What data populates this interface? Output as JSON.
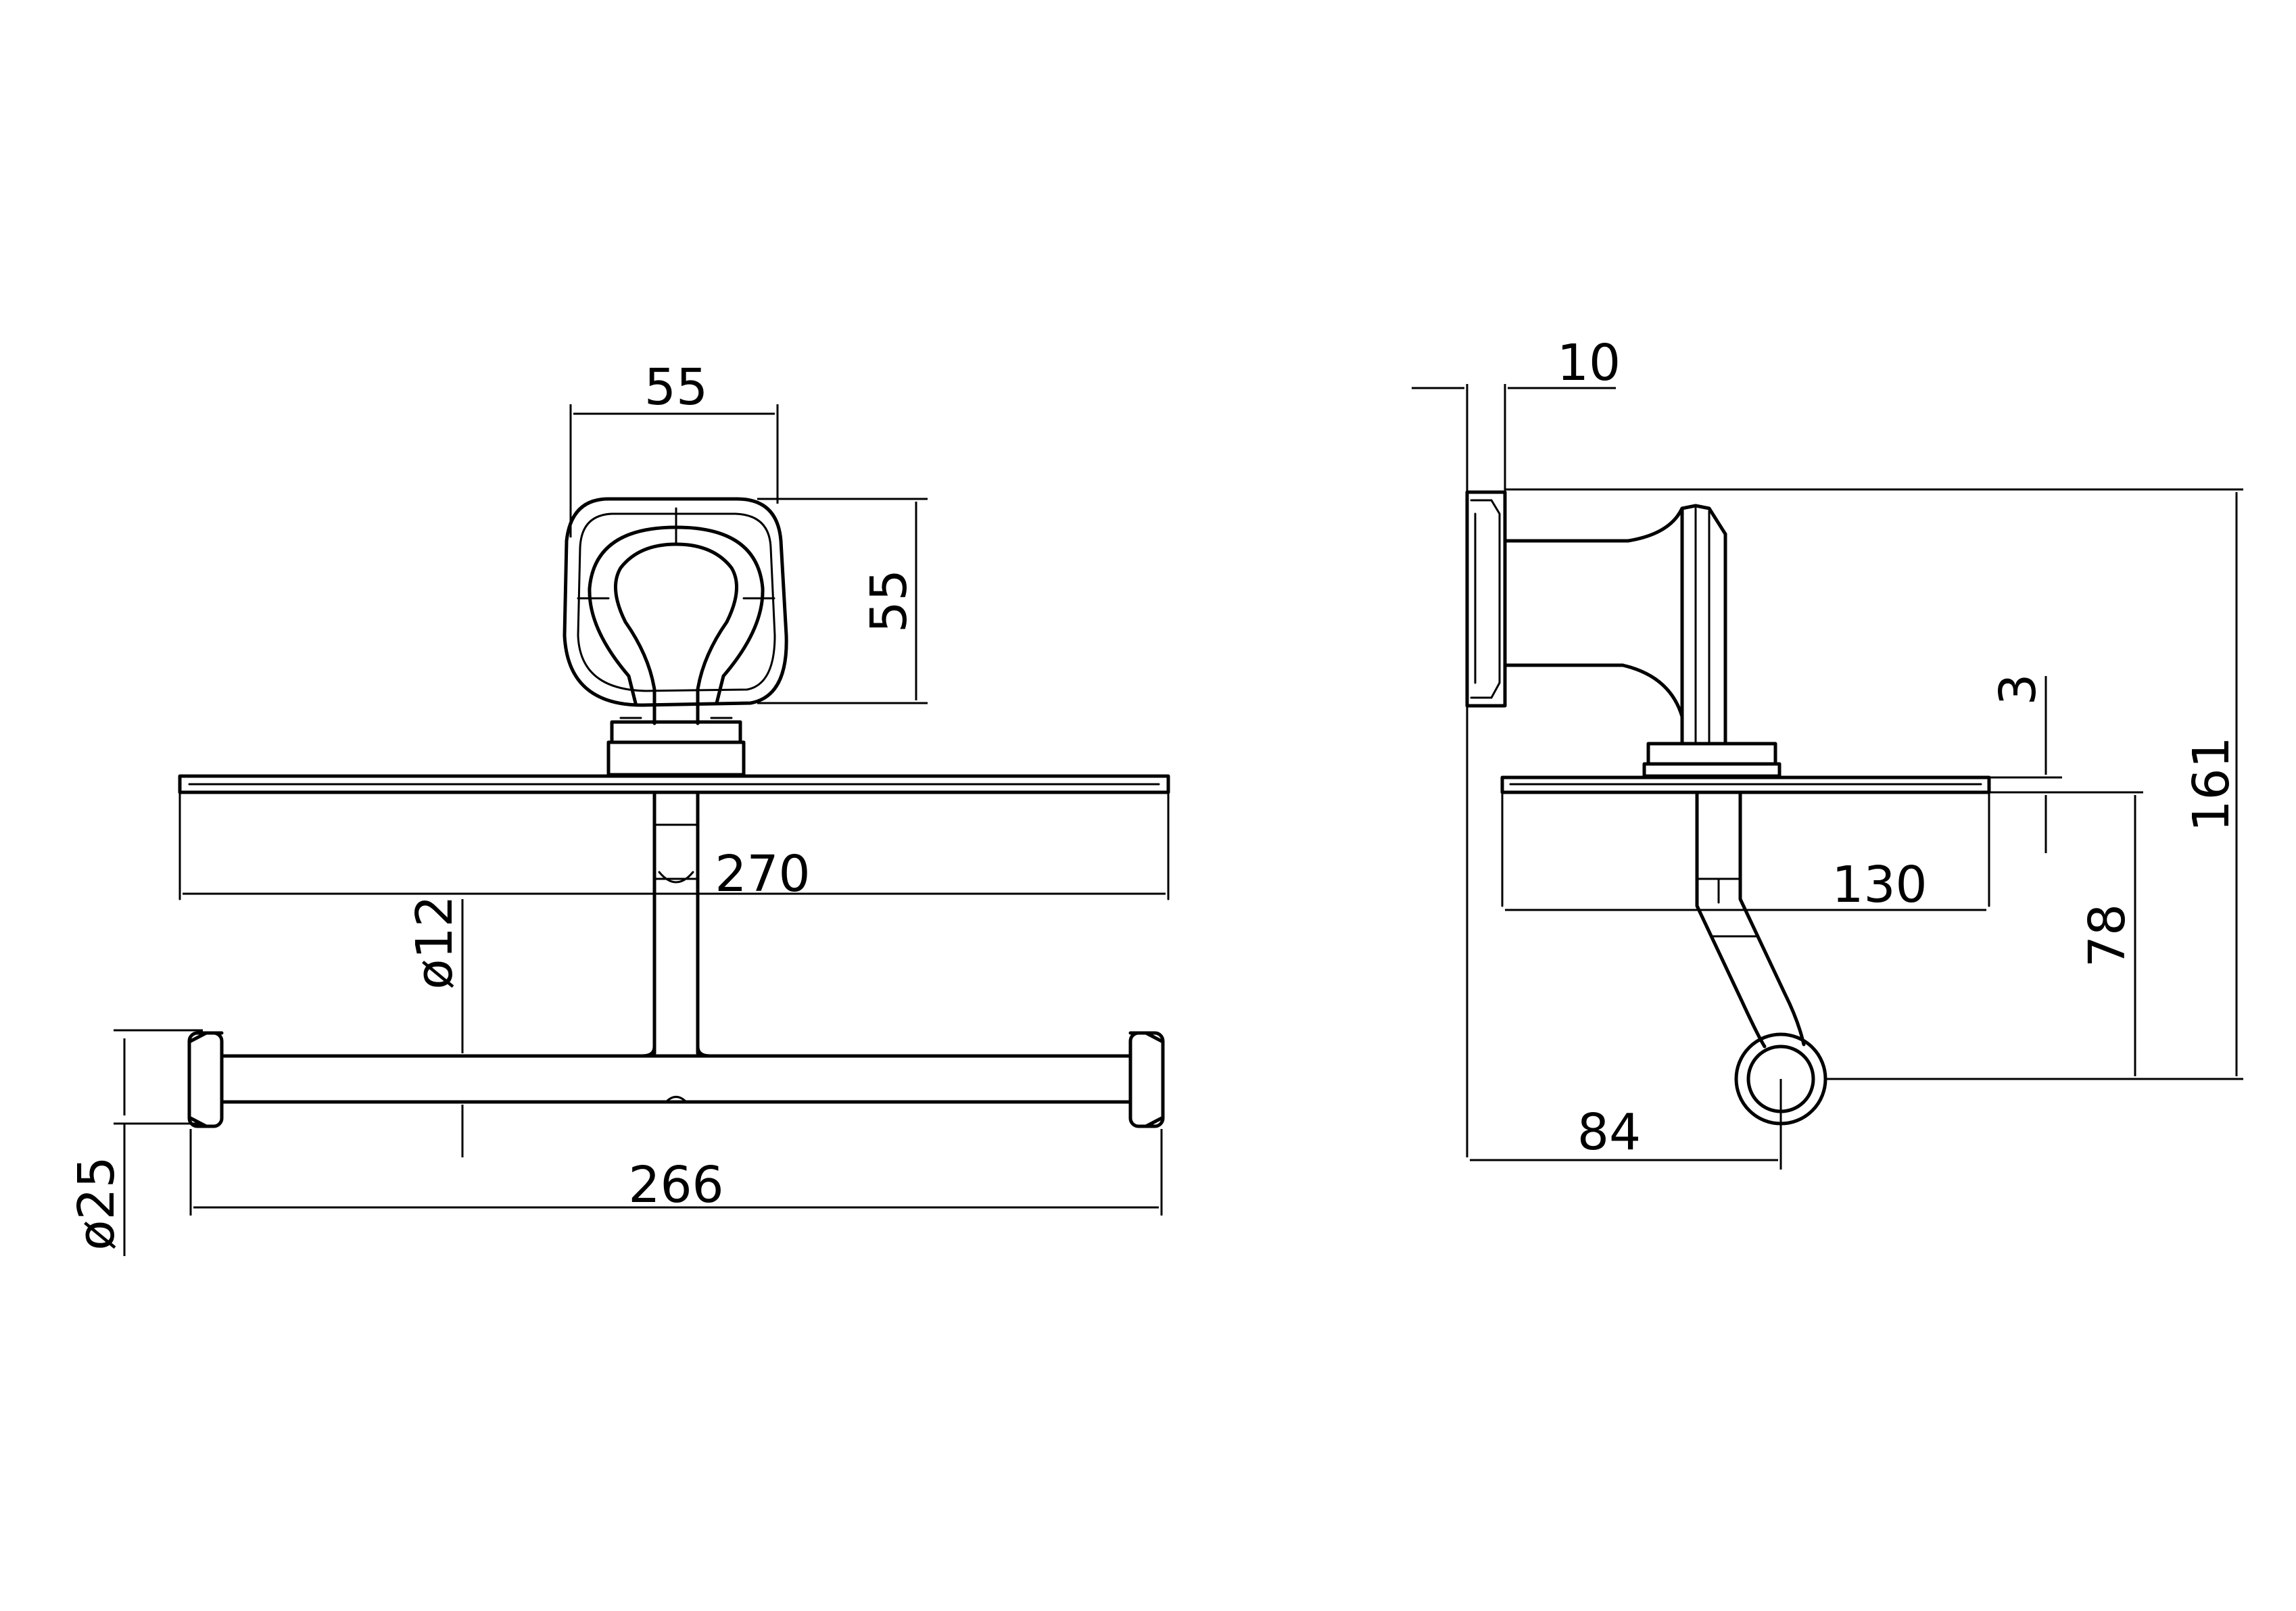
{
  "front_view": {
    "mount_width": "55",
    "mount_height": "55",
    "shelf_width": "270",
    "rod_diameter": "ø12",
    "rod_end_diameter": "ø25",
    "rod_length": "266"
  },
  "side_view": {
    "plate_thickness": "10",
    "shelf_thickness": "3",
    "shelf_depth": "130",
    "total_height": "161",
    "rod_drop": "78",
    "rod_projection": "84"
  }
}
